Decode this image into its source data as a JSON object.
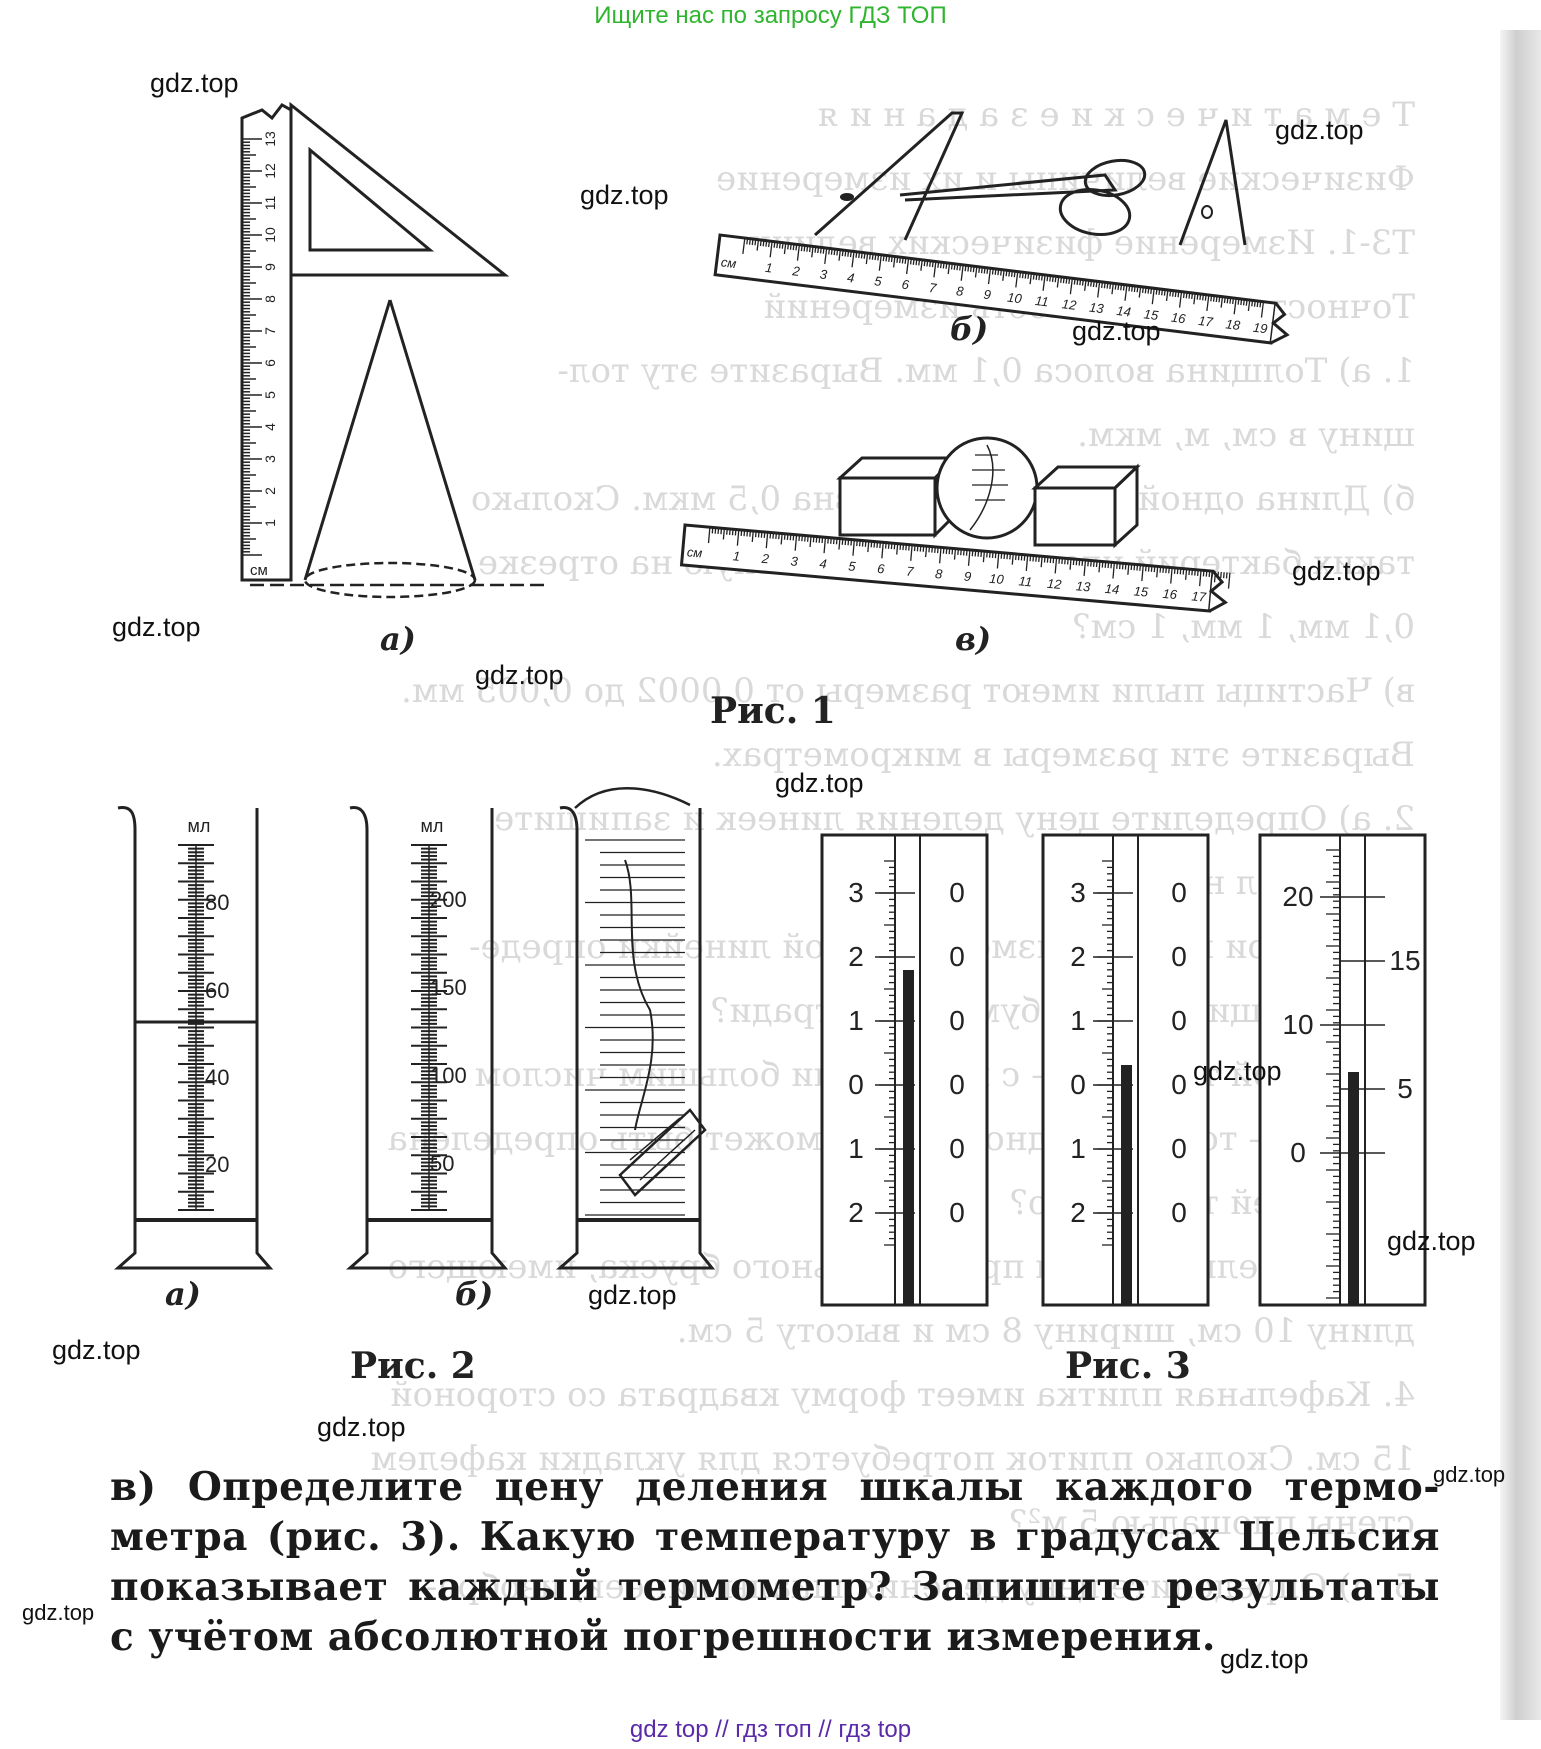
{
  "banner_top": "Ищите нас по запросу ГДЗ ТОП",
  "banner_bottom": "gdz top  //  гдз топ  //  гдз top",
  "watermark": "gdz.top",
  "figure1": {
    "caption": "Рис. 1",
    "labels": [
      "а)",
      "б)",
      "в)"
    ],
    "ruler_a_unit": "см",
    "ruler_a_ticks": [
      "1",
      "2",
      "3",
      "4",
      "5",
      "6",
      "7",
      "8",
      "9",
      "10",
      "11",
      "12",
      "13"
    ],
    "ruler_b_ticks": [
      "см",
      "1",
      "2",
      "3",
      "4",
      "5",
      "6",
      "7",
      "8",
      "9",
      "10",
      "11",
      "12",
      "13",
      "14",
      "15",
      "16",
      "17",
      "18",
      "19"
    ],
    "ruler_c_ticks": [
      "см",
      "1",
      "2",
      "3",
      "4",
      "5",
      "6",
      "7",
      "8",
      "9",
      "10",
      "11",
      "12",
      "13",
      "14",
      "15",
      "16",
      "17"
    ]
  },
  "figure2": {
    "caption": "Рис. 2",
    "labels": [
      "а)",
      "б)"
    ],
    "unit": "мл",
    "cyl_a_ticks": [
      "80",
      "60",
      "40",
      "20"
    ],
    "cyl_b_ticks": [
      "200",
      "150",
      "100",
      "50"
    ]
  },
  "figure3": {
    "caption": "Рис. 3",
    "thermo1": [
      "3",
      "2",
      "1",
      "0",
      "1",
      "2"
    ],
    "thermo1_right": [
      "0",
      "0",
      "0",
      "0",
      "0",
      "0"
    ],
    "thermo2": [
      "3",
      "2",
      "1",
      "0",
      "1",
      "2"
    ],
    "thermo2_right": [
      "0",
      "0",
      "0",
      "0",
      "0",
      "0"
    ],
    "thermo3_left": [
      "20",
      "10",
      "0"
    ],
    "thermo3_right": [
      "15",
      "5"
    ]
  },
  "text": {
    "line1": "в) Определите цену деления шкалы каждого термо-",
    "line2": "метра (рис. 3). Какую температуру в градусах Цельсия",
    "line3": "показывает каждый термометр? Запишите результаты",
    "line4": "с учётом абсолютной погрешности измерения."
  },
  "ghost_text": [
    "Т е м а т и ч е с к и е  з а д а н и я",
    "Физические величины и их измерение",
    "Т3-1. Измерение физических величин.",
    "Точность и погрешность измерений",
    "1. а) Толщина волоса 0,1 мм. Выразите эту тол-",
    "щину в см, м, мкм.",
    "б) Длина одной из бактерий равна 0,5 мкм. Сколько",
    "таких бактерий уложилось бы вплотную на отрезке",
    "0,1 мм, 1 мм, 1 см?",
    "в) Частицы пыли имеют размеры от 0,0002 до 0,005 мм.",
    "Выразите эти размеры в микрометрах.",
    "2. а) Определите цену деления линеек и запишите",
    "длину тел на рис. 1.",
    "б) Как при помощи измерительной линейки опреде-",
    "лить толщину листа бумаги в тетради?",
    "в) В какой тетради — с малым или большим числом",
    "листов — толщина одного листа может быть определена",
    "с большей точностью?",
    "3. Определите объём прямоугольного бруска, имеющего",
    "длину 10 см, ширину 8 см и высоту 5 см.",
    "4. Кафельная плитка имеет форму квадрата со стороной",
    "15 см. Сколько плиток потребуется для укладки кафелем",
    "стены площадью 5 м²?",
    "5. а) Определите цену деления шкалы линеек, изобра-"
  ]
}
